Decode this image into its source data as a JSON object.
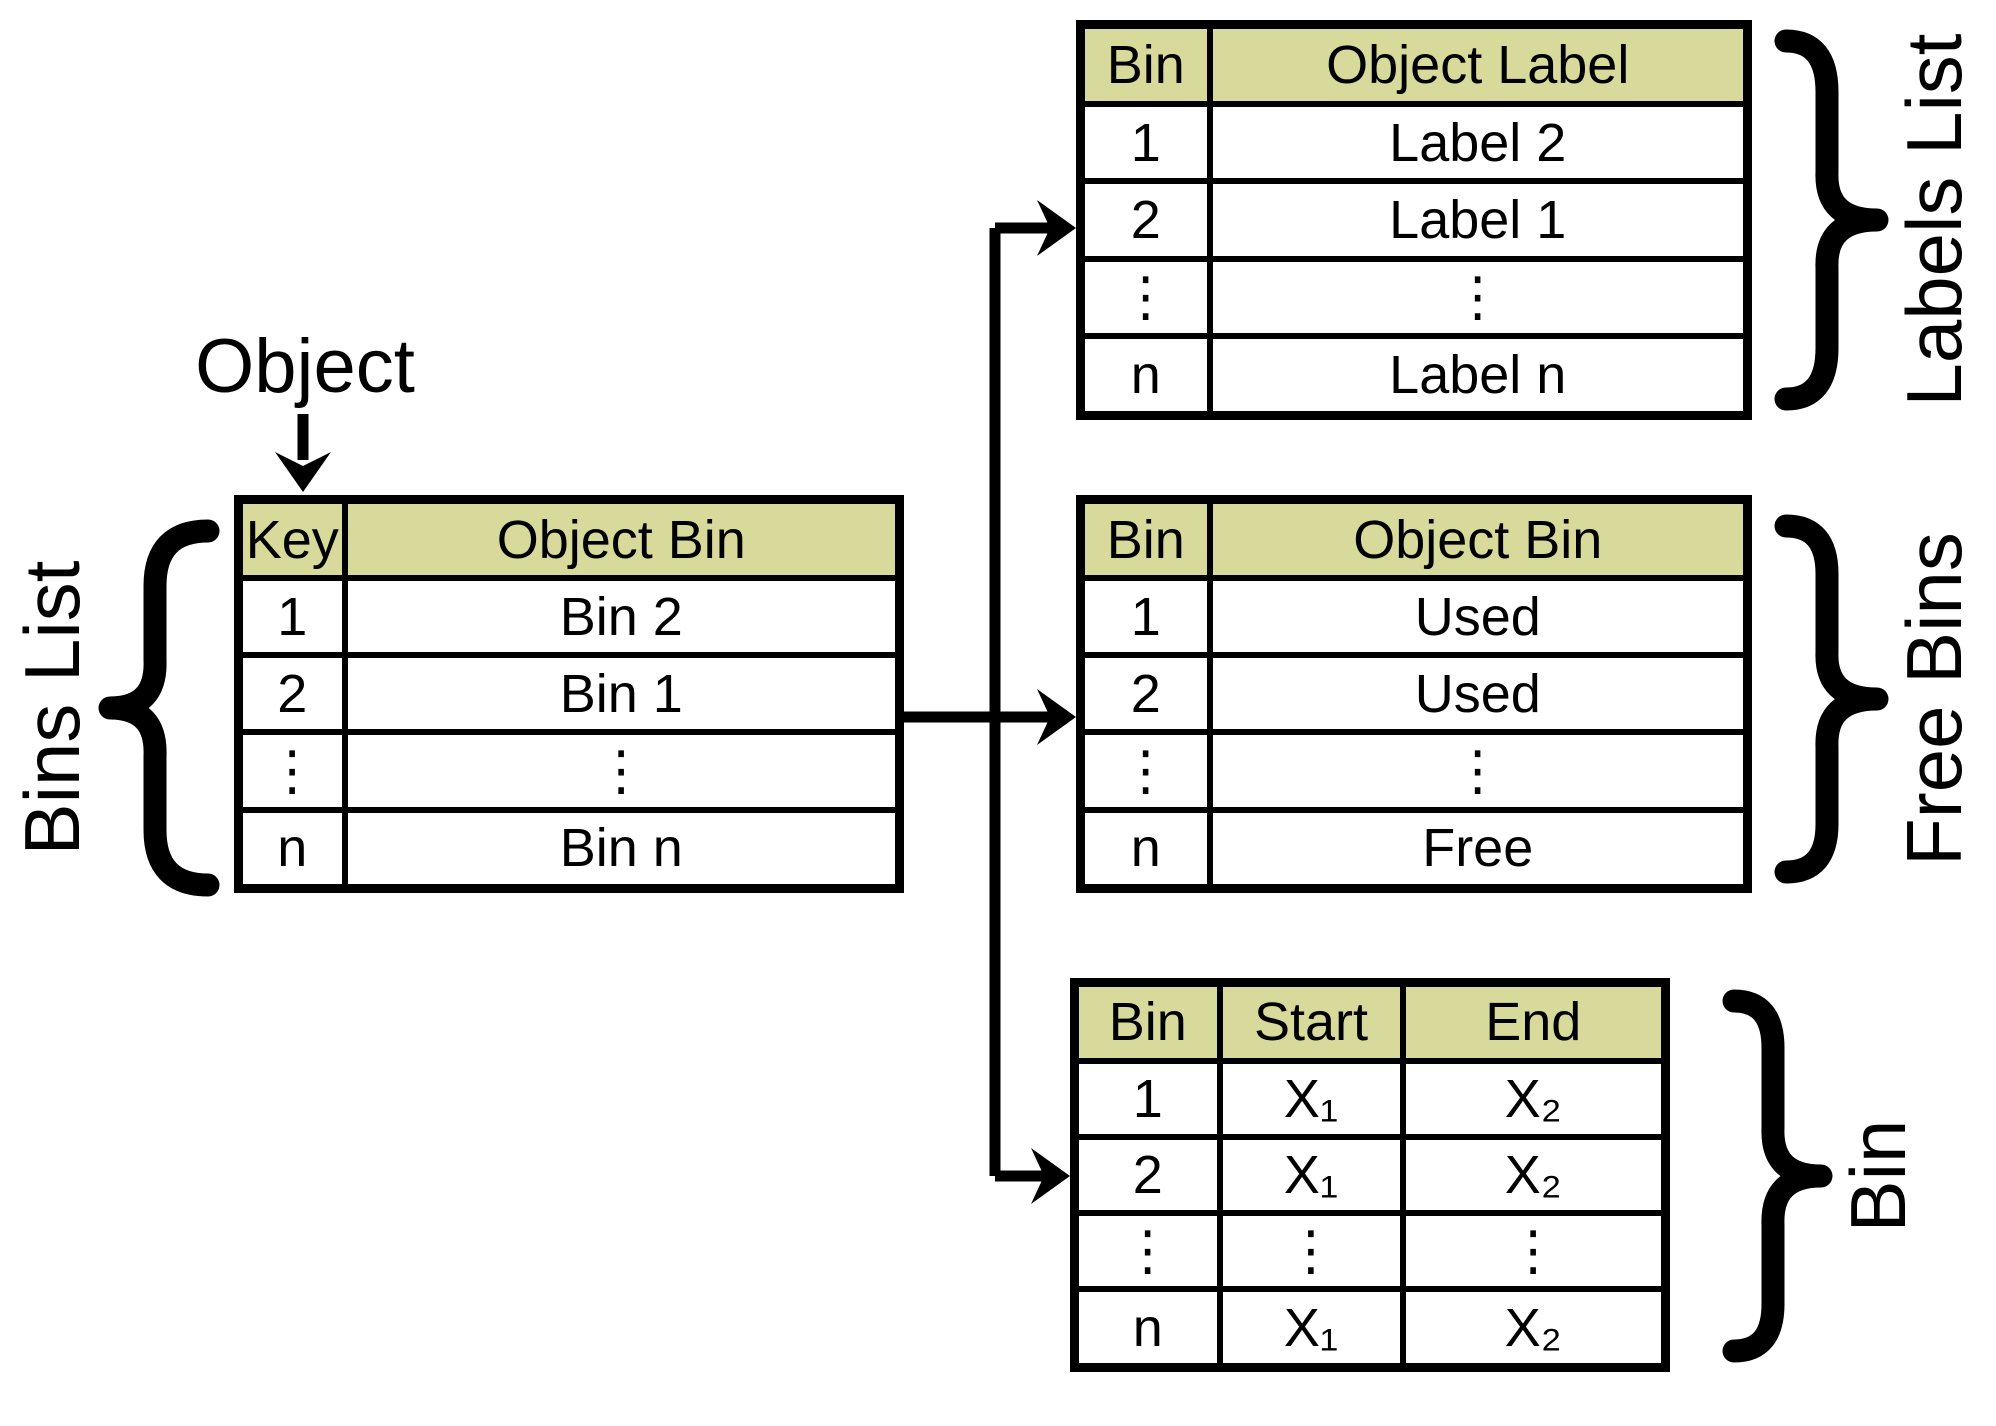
{
  "title_label": "Object",
  "colors": {
    "header_fill": "#d8da9b",
    "line": "#000000",
    "bg": "#ffffff"
  },
  "bins_list": {
    "caption": "Bins List",
    "headers": [
      "Key",
      "Object Bin"
    ],
    "rows": [
      [
        "1",
        "Bin 2"
      ],
      [
        "2",
        "Bin 1"
      ],
      [
        "⋮",
        "⋮"
      ],
      [
        "n",
        "Bin n"
      ]
    ]
  },
  "labels_list": {
    "caption": "Labels List",
    "headers": [
      "Bin",
      "Object Label"
    ],
    "rows": [
      [
        "1",
        "Label 2"
      ],
      [
        "2",
        "Label 1"
      ],
      [
        "⋮",
        "⋮"
      ],
      [
        "n",
        "Label n"
      ]
    ]
  },
  "free_bins": {
    "caption": "Free Bins",
    "headers": [
      "Bin",
      "Object Bin"
    ],
    "rows": [
      [
        "1",
        "Used"
      ],
      [
        "2",
        "Used"
      ],
      [
        "⋮",
        "⋮"
      ],
      [
        "n",
        "Free"
      ]
    ]
  },
  "bin": {
    "caption": "Bin",
    "headers": [
      "Bin",
      "Start",
      "End"
    ],
    "rows": [
      [
        "1",
        "X₁",
        "X₂"
      ],
      [
        "2",
        "X₁",
        "X₂"
      ],
      [
        "⋮",
        "⋮",
        "⋮"
      ],
      [
        "n",
        "X₁",
        "X₂"
      ]
    ]
  }
}
